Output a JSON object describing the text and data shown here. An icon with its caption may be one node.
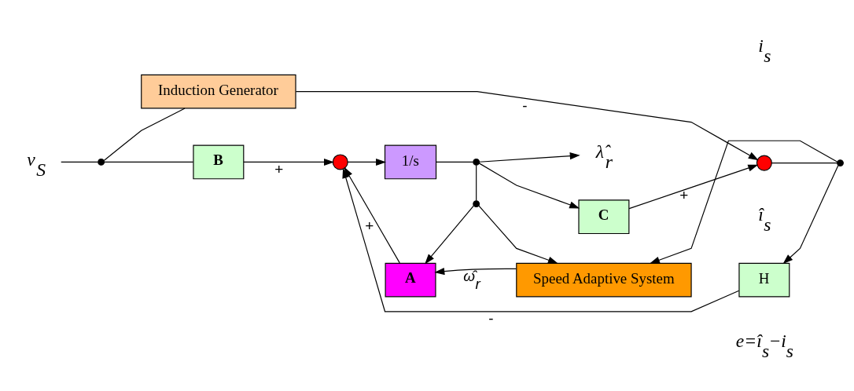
{
  "diagram": {
    "nodes": [
      {
        "text": [
          "v$_{S}$"
        ]
      },
      {
        "text": [],
        "shape": "point"
      },
      {
        "text": [
          "Induction Generator"
        ]
      },
      {
        "text": [
          "B"
        ]
      },
      {
        "text": [],
        "shape": "circle"
      },
      {
        "text": [
          "1/s"
        ]
      },
      {
        "text": [],
        "shape": "point"
      },
      {
        "text": [
          "C"
        ]
      },
      {
        "text": [],
        "shape": "circle"
      },
      {
        "text": [
          "λ̂$_{r}$"
        ]
      },
      {
        "text": [
          "A"
        ]
      },
      {
        "text": [],
        "shape": "point"
      },
      {
        "text": [
          "Speed Adaptive System"
        ]
      },
      {
        "text": [],
        "shape": "point"
      },
      {
        "text": [
          "H"
        ]
      }
    ],
    "edges": [
      {
        "from": 0,
        "to": 1,
        "arrow": "none"
      },
      {
        "from": 1,
        "to": 2,
        "arrow": "none"
      },
      {
        "from": 1,
        "to": 3,
        "arrow": "none"
      },
      {
        "from": 3,
        "to": 4,
        "arrow": "to",
        "label": "+"
      },
      {
        "from": 2,
        "to": 8,
        "arrow": "to",
        "label": "-"
      },
      {
        "from": 4,
        "to": 5,
        "arrow": "to"
      },
      {
        "from": 5,
        "to": 6,
        "arrow": "none"
      },
      {
        "from": 6,
        "to": 7,
        "arrow": "to"
      },
      {
        "from": 7,
        "to": 8,
        "arrow": "to",
        "label": "+"
      },
      {
        "from": 6,
        "to": 9,
        "arrow": "to"
      },
      {
        "from": 6,
        "to": 11,
        "arrow": "none"
      },
      {
        "from": 11,
        "to": 10,
        "arrow": "to"
      },
      {
        "from": 11,
        "to": 12,
        "arrow": "to"
      },
      {
        "from": 10,
        "to": 4,
        "arrow": "to",
        "label": "+"
      },
      {
        "from": 8,
        "to": 13,
        "arrow": "none"
      },
      {
        "from": 13,
        "to": 12,
        "arrow": "to"
      },
      {
        "from": 13,
        "to": 14,
        "arrow": "to"
      },
      {
        "from": 14,
        "to": 4,
        "arrow": "to",
        "label": "-"
      },
      {
        "from": 12,
        "to": 10,
        "arrow": "to",
        "label": "ω̂$_{r}$"
      }
    ],
    "labels": [
      "i$_{s}$",
      "î$_{s}$",
      "e=î$_{s}$−i$_{s}$"
    ]
  }
}
